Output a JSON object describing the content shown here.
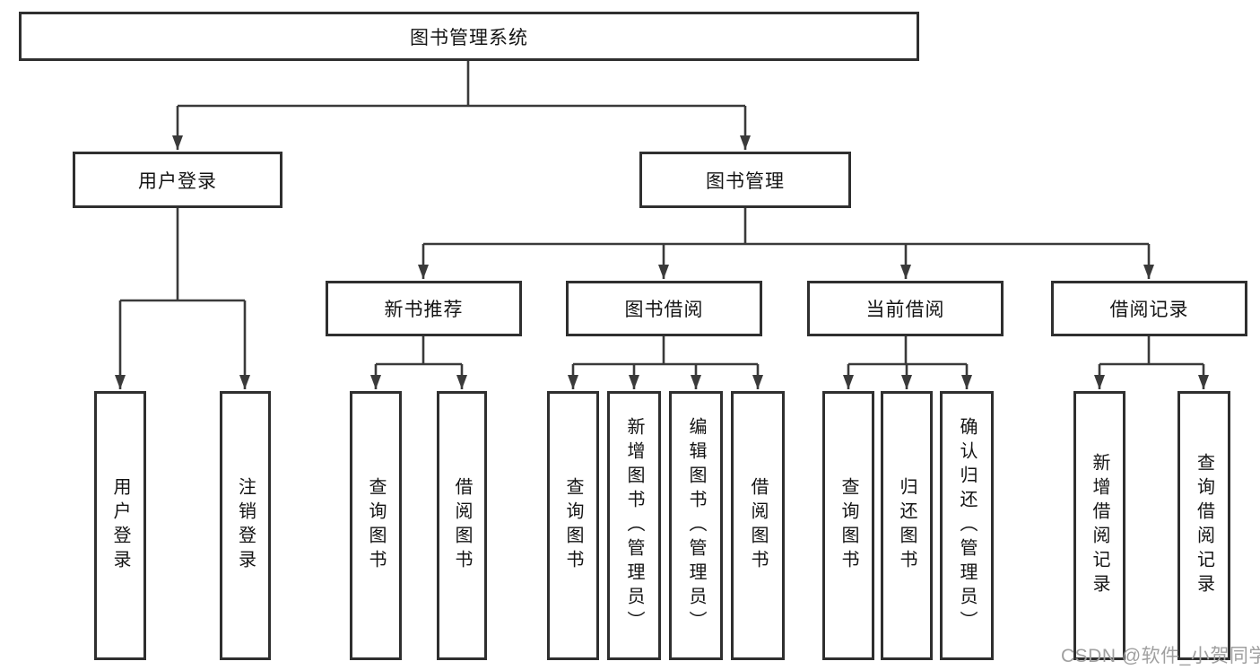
{
  "diagram": {
    "root": {
      "label": "图书管理系统"
    },
    "branches": [
      {
        "label": "用户登录",
        "children": [
          {
            "label": "用户登录"
          },
          {
            "label": "注销登录"
          }
        ]
      },
      {
        "label": "图书管理",
        "children": [
          {
            "label": "新书推荐",
            "children": [
              {
                "label": "查询图书"
              },
              {
                "label": "借阅图书"
              }
            ]
          },
          {
            "label": "图书借阅",
            "children": [
              {
                "label": "查询图书"
              },
              {
                "label": "新增图书（管理员）"
              },
              {
                "label": "编辑图书（管理员）"
              },
              {
                "label": "借阅图书"
              }
            ]
          },
          {
            "label": "当前借阅",
            "children": [
              {
                "label": "查询图书"
              },
              {
                "label": "归还图书"
              },
              {
                "label": "确认归还（管理员）"
              }
            ]
          },
          {
            "label": "借阅记录",
            "children": [
              {
                "label": "新增借阅记录"
              },
              {
                "label": "查询借阅记录"
              }
            ]
          }
        ]
      }
    ]
  },
  "colors": {
    "background": "#ffffff",
    "box_border": "#2f2f2f",
    "connector": "#3a3a3a",
    "text": "#141414",
    "watermark": "#a0a0a0"
  },
  "watermark": {
    "text": "CSDN @软件_小贺同学"
  }
}
